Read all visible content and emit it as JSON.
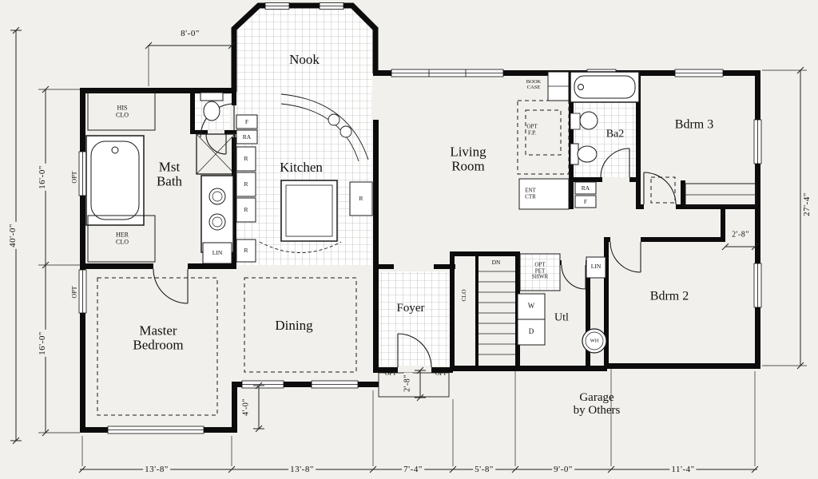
{
  "rooms": {
    "nook": "Nook",
    "kitchen": "Kitchen",
    "living_room": "Living\nRoom",
    "mst_bath": "Mst\nBath",
    "master_bedroom": "Master\nBedroom",
    "dining": "Dining",
    "foyer": "Foyer",
    "ba2": "Ba2",
    "bdrm3": "Bdrm 3",
    "bdrm2": "Bdrm 2",
    "utl": "Utl",
    "garage": "Garage\nby Others"
  },
  "closets": {
    "his_clo": "HIS\nCLO",
    "her_clo": "HER\nCLO",
    "lin_bath": "LIN",
    "lin_hall": "LIN",
    "clo_foyer": "CLO"
  },
  "features": {
    "book_case": "BOOK\nCASE",
    "opt_fireplace": "OPT\nF.P.",
    "ent_ctr": "ENT\nCTR",
    "opt_pet_shwr": "OPT\nPET\nSHWR",
    "dn": "DN",
    "washer": "W",
    "dryer": "D",
    "water_heater": "WH",
    "opt_window_upper": "OPT",
    "opt_window_lower": "OPT",
    "opt_foyer_left": "OPT",
    "opt_foyer_right": "OPT"
  },
  "appliances": {
    "f_kitchen": "F",
    "ra_kitchen": "RA",
    "r_shelf_1": "R",
    "r_shelf_2": "R",
    "r_shelf_3": "R",
    "r_shelf_4": "R",
    "r_fridge": "R",
    "ra_hall": "RA",
    "f_hall": "F"
  },
  "dimensions": {
    "top_8_0": "8'-0\"",
    "left_40_0": "40'-0\"",
    "left_16_0_upper": "16'-0\"",
    "left_16_0_lower": "16'-0\"",
    "right_27_4": "27'-4\"",
    "right_2_8": "2'-8\"",
    "foyer_2_8": "2'-8\"",
    "dining_4_0": "4'-0\"",
    "bottom": [
      "13'-8\"",
      "13'-8\"",
      "7'-4\"",
      "5'-8\"",
      "9'-0\"",
      "11'-4\""
    ]
  },
  "colors": {
    "paper": "#f1f0ec",
    "wall": "#0c0c0c",
    "line": "#1a1a1a",
    "tile": "#9a9a94"
  }
}
